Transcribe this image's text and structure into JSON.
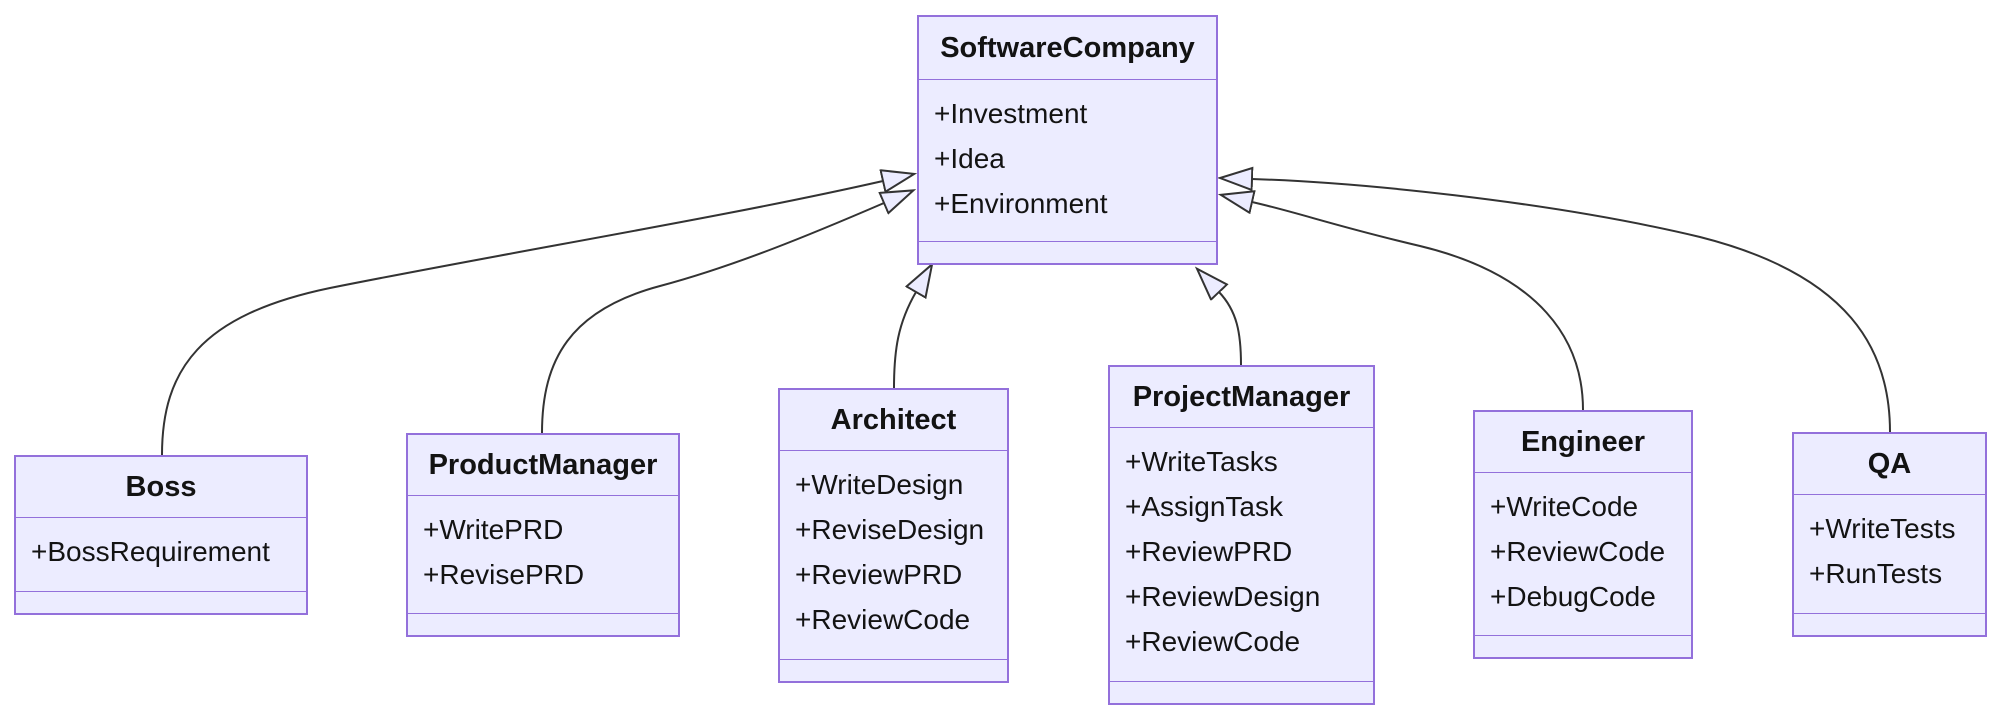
{
  "diagram": {
    "kind": "uml-class-diagram",
    "background": "#FFFFFF",
    "colors": {
      "box_fill": "#ECECFF",
      "box_border": "#9370DB",
      "edge_stroke": "#333333",
      "arrowhead_fill": "#ECECFF",
      "text": "#131313"
    }
  },
  "classes": [
    {
      "name": "SoftwareCompany",
      "attributes": [
        "+Investment",
        "+Idea",
        "+Environment"
      ]
    },
    {
      "name": "Boss",
      "attributes": [
        "+BossRequirement"
      ]
    },
    {
      "name": "ProductManager",
      "attributes": [
        "+WritePRD",
        "+RevisePRD"
      ]
    },
    {
      "name": "Architect",
      "attributes": [
        "+WriteDesign",
        "+ReviseDesign",
        "+ReviewPRD",
        "+ReviewCode"
      ]
    },
    {
      "name": "ProjectManager",
      "attributes": [
        "+WriteTasks",
        "+AssignTask",
        "+ReviewPRD",
        "+ReviewDesign",
        "+ReviewCode"
      ]
    },
    {
      "name": "Engineer",
      "attributes": [
        "+WriteCode",
        "+ReviewCode",
        "+DebugCode"
      ]
    },
    {
      "name": "QA",
      "attributes": [
        "+WriteTests",
        "+RunTests"
      ]
    }
  ],
  "relationships": [
    {
      "from": "Boss",
      "to": "SoftwareCompany",
      "type": "inheritance"
    },
    {
      "from": "ProductManager",
      "to": "SoftwareCompany",
      "type": "inheritance"
    },
    {
      "from": "Architect",
      "to": "SoftwareCompany",
      "type": "inheritance"
    },
    {
      "from": "ProjectManager",
      "to": "SoftwareCompany",
      "type": "inheritance"
    },
    {
      "from": "Engineer",
      "to": "SoftwareCompany",
      "type": "inheritance"
    },
    {
      "from": "QA",
      "to": "SoftwareCompany",
      "type": "inheritance"
    }
  ]
}
